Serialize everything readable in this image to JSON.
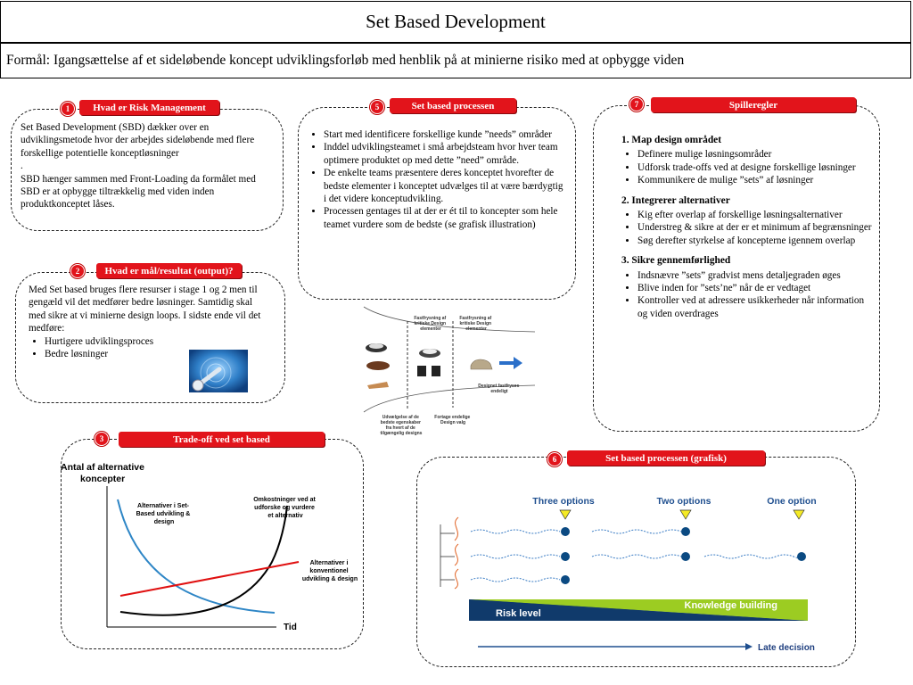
{
  "title": "Set Based Development",
  "purpose": "Formål: Igangsættelse af et sideløbende koncept udviklingsforløb med henblik på at minierne risiko med at opbygge viden",
  "panel1": {
    "number": "1",
    "heading": "Hvad er Risk Management",
    "para1": "Set Based Development (SBD) dækker over en udviklingsmetode hvor der arbejdes sideløbende med flere forskellige potentielle konceptløsninger",
    "dot": ".",
    "para2": "SBD hænger sammen med Front-Loading da formålet med SBD er at opbygge tiltrækkelig med viden inden produktkonceptet låses."
  },
  "panel2": {
    "number": "2",
    "heading": "Hvad er mål/resultat (output)?",
    "para": "Med Set based  bruges flere resurser i stage 1 og 2 men til gengæld vil det medfører bedre løsninger. Samtidig skal med sikre at vi minierne design loops. I sidste ende vil det medføre:",
    "bullets": [
      "Hurtigere udviklingsproces",
      "Bedre løsninger"
    ]
  },
  "panel3": {
    "number": "3",
    "heading": "Trade-off ved set based",
    "ylabel_line1": "Antal af alternative",
    "ylabel_line2": "koncepter",
    "xlabel": "Tid",
    "label_blue": [
      "Alternativer i Set-",
      "Based udvikling &",
      "design"
    ],
    "label_black": [
      "Omkostninger ved at",
      "udforske og vurdere",
      "et alternativ"
    ],
    "label_red": [
      "Alternativer i",
      "konventionel",
      "udvikling & design"
    ]
  },
  "panel5": {
    "number": "5",
    "heading": "Set based processen",
    "bullets": [
      "Start med identificere forskellige kunde ”needs” områder",
      "Inddel udviklingsteamet i små arbejdsteam hvor hver team optimere produktet op med dette ”need” område.",
      "De enkelte teams præsentere deres konceptet hvorefter de bedste elementer i konceptet udvælges til at være bærdygtig i det videre konceptudvikling.",
      "Processen gentages til at der er ét til to koncepter som hele teamet vurdere som de bedste (se grafisk illustration)"
    ]
  },
  "shoes": {
    "col1": [
      "Fastfrysning af",
      "kritiske Design",
      "elementer"
    ],
    "col2": [
      "Fastfrysning af",
      "kritiske Design",
      "elementer"
    ],
    "final": [
      "Designet fastfryses",
      "endeligt"
    ],
    "bottom1": [
      "Udvælgelse af de",
      "bedste egenskaber",
      "fra hvert af de",
      "tilgængelig designs"
    ],
    "bottom2": [
      "Fortage endelige",
      "Design valg"
    ]
  },
  "panel6": {
    "number": "6",
    "heading": "Set based processen (grafisk)",
    "options": [
      "Three options",
      "Two options",
      "One option"
    ],
    "risk": "Risk level",
    "knowledge": "Knowledge building",
    "late": "Late decision"
  },
  "panel7": {
    "number": "7",
    "heading": "Spilleregler",
    "sections": [
      {
        "title": "1. Map design området",
        "items": [
          "Definere mulige løsningsområder",
          "Udforsk trade-offs ved at designe forskellige løsninger",
          "Kommunikere de mulige ”sets” af løsninger"
        ]
      },
      {
        "title": "2. Integrerer alternativer",
        "items": [
          "Kig efter overlap af forskellige løsningsalternativer",
          "Understreg & sikre at der er et minimum af begrænsninger",
          "Søg derefter styrkelse af koncepterne igennem overlap"
        ]
      },
      {
        "title": "3. Sikre gennemførlighed",
        "items": [
          "Indsnævre ”sets” gradvist mens detaljegraden øges",
          "Blive inden for ”sets’ne” når de er vedtaget",
          "Kontroller ved at adressere usikkerheder når information og viden overdrages"
        ]
      }
    ]
  },
  "colors": {
    "accent": "#e2141b",
    "navy": "#103a6b",
    "lime": "#9ccc22",
    "dot": "#0b4a82"
  }
}
